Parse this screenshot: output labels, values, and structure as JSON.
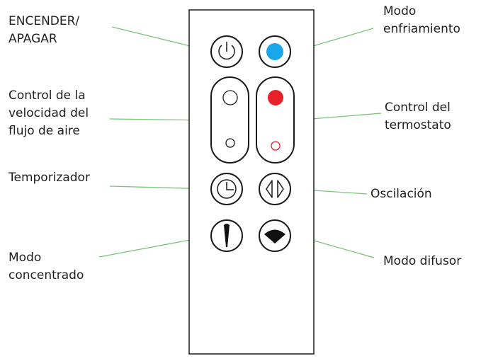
{
  "labels": {
    "power": [
      "ENCENDER/",
      "APAGAR"
    ],
    "cooling": [
      "Modo",
      "enfriamiento"
    ],
    "airflow": [
      "Control de la",
      "velocidad del",
      "flujo de aire"
    ],
    "thermostat": [
      "Control del",
      "termostato"
    ],
    "timer": [
      "Temporizador"
    ],
    "oscillation": [
      "Oscilación"
    ],
    "focused": [
      "Modo",
      "concentrado"
    ],
    "diffused": [
      "Modo difusor"
    ]
  },
  "colors": {
    "leader_line": "#7ac47a",
    "outline": "#1a1a1a",
    "cooling_dot": "#1aa7e8",
    "heat_dot": "#e8202a",
    "heat_dot_small": "#e8202a"
  },
  "icons": {
    "power": "power-icon",
    "cooling": "blue-dot-icon",
    "airflow": "airflow-dots-icon",
    "thermostat": "red-dots-icon",
    "timer": "clock-icon",
    "oscillation": "oscillation-arrows-icon",
    "focused": "focused-beam-icon",
    "diffused": "diffused-fan-icon"
  }
}
